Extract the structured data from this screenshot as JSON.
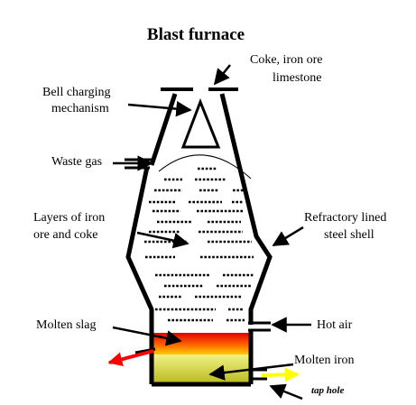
{
  "title": "Blast furnace",
  "labels": {
    "charge_line1": "Coke, iron ore",
    "charge_line2": "limestone",
    "bell_line1": "Bell charging",
    "bell_line2": "mechanism",
    "waste_gas": "Waste gas",
    "layers_line1": "Layers of iron",
    "layers_line2": "ore and coke",
    "shell_line1": "Refractory lined",
    "shell_line2": "steel shell",
    "molten_slag": "Molten slag",
    "hot_air": "Hot air",
    "molten_iron": "Molten iron",
    "tap_hole": "tap hole"
  },
  "colors": {
    "outline": "#000000",
    "slag_top": "#e00000",
    "slag_mid": "#ff6600",
    "slag_bottom": "#ffcc00",
    "iron_top": "#f2f28a",
    "iron_bottom": "#b8b81a",
    "slag_tap_arrow": "#ff0000",
    "iron_tap_arrow": "#ffff00"
  }
}
